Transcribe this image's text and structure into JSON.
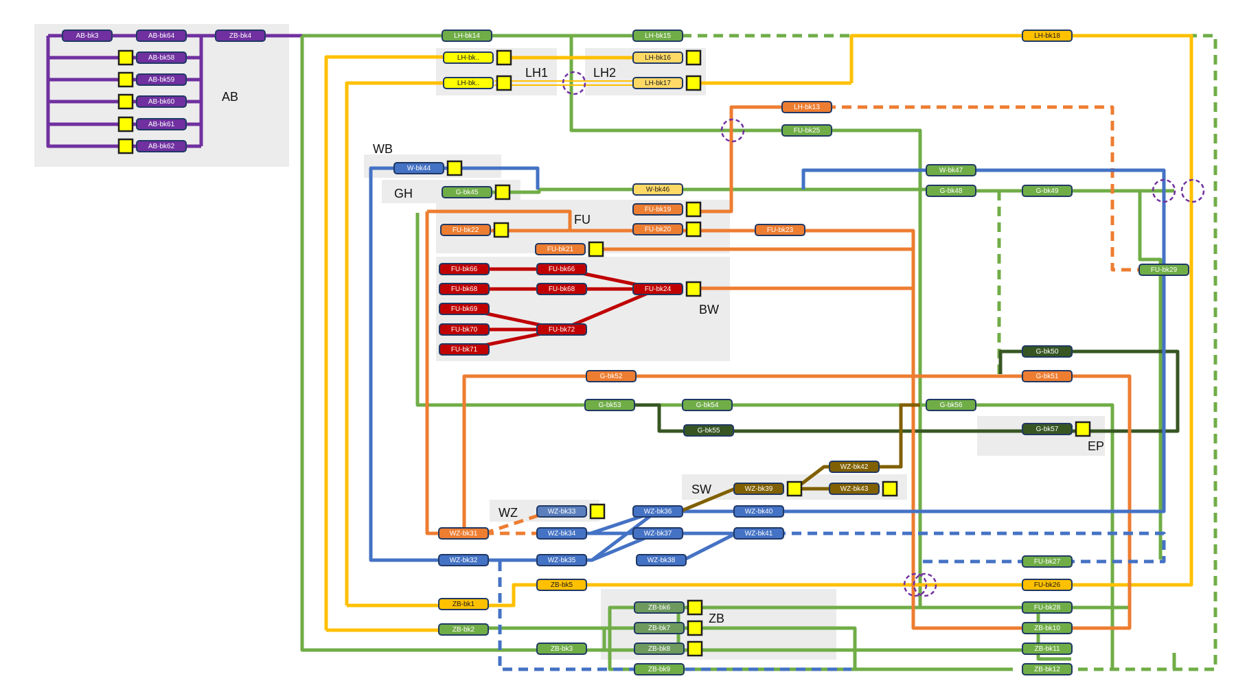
{
  "colors": {
    "purple": "#7030a0",
    "green": "#70ad47",
    "dark_green": "#375623",
    "yellow": "#ffc000",
    "orange": "#ed7d31",
    "blue": "#4472c4",
    "red": "#c00000",
    "brown": "#806000",
    "signal": "#ffff00",
    "region": "#ececec"
  },
  "regions": [
    {
      "id": "ab",
      "label": "AB"
    },
    {
      "id": "lh1",
      "label": "LH1"
    },
    {
      "id": "lh2",
      "label": "LH2"
    },
    {
      "id": "wb",
      "label": "WB"
    },
    {
      "id": "gh",
      "label": "GH"
    },
    {
      "id": "fu",
      "label": "FU"
    },
    {
      "id": "bw",
      "label": "BW"
    },
    {
      "id": "ep",
      "label": "EP"
    },
    {
      "id": "sw",
      "label": "SW"
    },
    {
      "id": "wz",
      "label": "WZ"
    },
    {
      "id": "zb",
      "label": "ZB"
    }
  ],
  "nodes": [
    {
      "id": "AB-bk3",
      "label": "AB-bk3",
      "color": "purple"
    },
    {
      "id": "AB-bk64",
      "label": "AB-bk64",
      "color": "purple"
    },
    {
      "id": "ZB-bk4",
      "label": "ZB-bk4",
      "color": "purple"
    },
    {
      "id": "AB-bk58",
      "label": "AB-bk58",
      "color": "purple"
    },
    {
      "id": "AB-bk59",
      "label": "AB-bk59",
      "color": "purple"
    },
    {
      "id": "AB-bk60",
      "label": "AB-bk60",
      "color": "purple"
    },
    {
      "id": "AB-bk61",
      "label": "AB-bk61",
      "color": "purple"
    },
    {
      "id": "AB-bk62",
      "label": "AB-bk62",
      "color": "purple"
    },
    {
      "id": "LH-bk14",
      "label": "LH-bk14",
      "color": "green"
    },
    {
      "id": "LH-bk15",
      "label": "LH-bk15",
      "color": "green"
    },
    {
      "id": "LH-bk18",
      "label": "LH-bk18",
      "color": "yellow"
    },
    {
      "id": "LH-bkA",
      "label": "LH-bk..",
      "color": "lemon"
    },
    {
      "id": "LH-bkB",
      "label": "LH-bk..",
      "color": "lemon"
    },
    {
      "id": "LH-bk16",
      "label": "LH-bk16",
      "color": "lightyellow"
    },
    {
      "id": "LH-bk17",
      "label": "LH-bk17",
      "color": "lightyellow"
    },
    {
      "id": "LH-bk13",
      "label": "LH-bk13",
      "color": "orange"
    },
    {
      "id": "FU-bk25",
      "label": "FU-bk25",
      "color": "green"
    },
    {
      "id": "W-bk44",
      "label": "W-bk44",
      "color": "blue"
    },
    {
      "id": "G-bk45",
      "label": "G-bk45",
      "color": "green"
    },
    {
      "id": "W-bk46",
      "label": "W-bk46",
      "color": "lightyellow"
    },
    {
      "id": "W-bk47",
      "label": "W-bk47",
      "color": "green"
    },
    {
      "id": "G-bk48",
      "label": "G-bk48",
      "color": "green"
    },
    {
      "id": "G-bk49",
      "label": "G-bk49",
      "color": "green"
    },
    {
      "id": "FU-bk19",
      "label": "FU-bk19",
      "color": "orange"
    },
    {
      "id": "FU-bk20",
      "label": "FU-bk20",
      "color": "orange"
    },
    {
      "id": "FU-bk22",
      "label": "FU-bk22",
      "color": "orange"
    },
    {
      "id": "FU-bk23",
      "label": "FU-bk23",
      "color": "orange"
    },
    {
      "id": "FU-bk21",
      "label": "FU-bk21",
      "color": "orange"
    },
    {
      "id": "FU-bk29",
      "label": "FU-bk29",
      "color": "green"
    },
    {
      "id": "FU-bk66a",
      "label": "FU-bk66",
      "color": "red"
    },
    {
      "id": "FU-bk66b",
      "label": "FU-bk66",
      "color": "red"
    },
    {
      "id": "FU-bk68a",
      "label": "FU-bk68",
      "color": "red"
    },
    {
      "id": "FU-bk68b",
      "label": "FU-bk68",
      "color": "red"
    },
    {
      "id": "FU-bk24",
      "label": "FU-bk24",
      "color": "red"
    },
    {
      "id": "FU-bk69",
      "label": "FU-bk69",
      "color": "red"
    },
    {
      "id": "FU-bk70",
      "label": "FU-bk70",
      "color": "red"
    },
    {
      "id": "FU-bk72",
      "label": "FU-bk72",
      "color": "red"
    },
    {
      "id": "FU-bk71",
      "label": "FU-bk71",
      "color": "red"
    },
    {
      "id": "G-bk50",
      "label": "G-bk50",
      "color": "dark_green"
    },
    {
      "id": "G-bk52",
      "label": "G-bk52",
      "color": "orange"
    },
    {
      "id": "G-bk51",
      "label": "G-bk51",
      "color": "orange"
    },
    {
      "id": "G-bk53",
      "label": "G-bk53",
      "color": "green"
    },
    {
      "id": "G-bk54",
      "label": "G-bk54",
      "color": "green"
    },
    {
      "id": "G-bk56",
      "label": "G-bk56",
      "color": "green"
    },
    {
      "id": "G-bk55",
      "label": "G-bk55",
      "color": "dark_green"
    },
    {
      "id": "G-bk57",
      "label": "G-bk57",
      "color": "dark_green"
    },
    {
      "id": "WZ-bk42",
      "label": "WZ-bk42",
      "color": "brown"
    },
    {
      "id": "WZ-bk39",
      "label": "WZ-bk39",
      "color": "brown"
    },
    {
      "id": "WZ-bk43",
      "label": "WZ-bk43",
      "color": "brown"
    },
    {
      "id": "WZ-bk33",
      "label": "WZ-bk33",
      "color": "steel"
    },
    {
      "id": "WZ-bk36",
      "label": "WZ-bk36",
      "color": "blue"
    },
    {
      "id": "WZ-bk40",
      "label": "WZ-bk40",
      "color": "blue"
    },
    {
      "id": "WZ-bk31",
      "label": "WZ-bk31",
      "color": "orange"
    },
    {
      "id": "WZ-bk34",
      "label": "WZ-bk34",
      "color": "blue"
    },
    {
      "id": "WZ-bk37",
      "label": "WZ-bk37",
      "color": "blue"
    },
    {
      "id": "WZ-bk41",
      "label": "WZ-bk41",
      "color": "blue"
    },
    {
      "id": "WZ-bk32",
      "label": "WZ-bk32",
      "color": "blue"
    },
    {
      "id": "WZ-bk35",
      "label": "WZ-bk35",
      "color": "blue"
    },
    {
      "id": "WZ-bk38",
      "label": "WZ-bk38",
      "color": "blue"
    },
    {
      "id": "FU-bk27",
      "label": "FU-bk27",
      "color": "green"
    },
    {
      "id": "ZB-bk5",
      "label": "ZB-bk5",
      "color": "yellow"
    },
    {
      "id": "FU-bk26",
      "label": "FU-bk26",
      "color": "yellow"
    },
    {
      "id": "ZB-bk1",
      "label": "ZB-bk1",
      "color": "yellow"
    },
    {
      "id": "ZB-bk6",
      "label": "ZB-bk6",
      "color": "sage"
    },
    {
      "id": "FU-bk28",
      "label": "FU-bk28",
      "color": "green"
    },
    {
      "id": "ZB-bk2",
      "label": "ZB-bk2",
      "color": "green"
    },
    {
      "id": "ZB-bk7",
      "label": "ZB-bk7",
      "color": "sage"
    },
    {
      "id": "ZB-bk10",
      "label": "ZB-bk10",
      "color": "green"
    },
    {
      "id": "ZB-bk3",
      "label": "ZB-bk3",
      "color": "green"
    },
    {
      "id": "ZB-bk8",
      "label": "ZB-bk8",
      "color": "sage"
    },
    {
      "id": "ZB-bk11",
      "label": "ZB-bk11",
      "color": "green"
    },
    {
      "id": "ZB-bk9",
      "label": "ZB-bk9",
      "color": "green"
    },
    {
      "id": "ZB-bk12",
      "label": "ZB-bk12",
      "color": "green"
    }
  ]
}
